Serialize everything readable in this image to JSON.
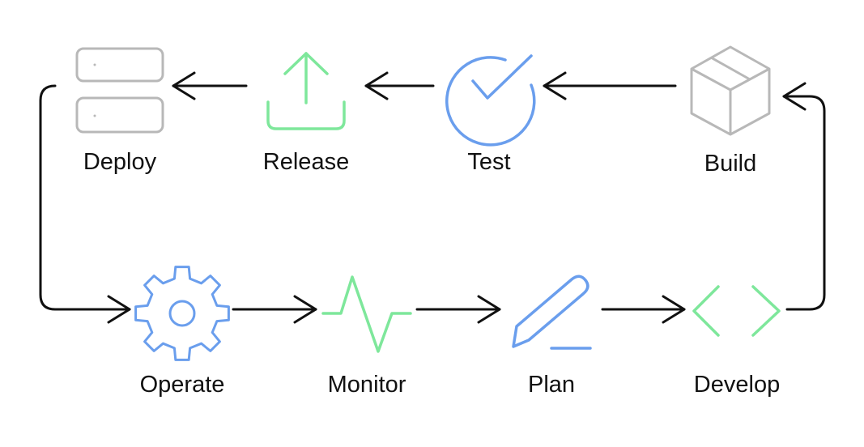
{
  "colors": {
    "blue": "#6a9eed",
    "green": "#7ee79b",
    "gray": "#b8b8b8",
    "arrow": "#111111",
    "text": "#111111"
  },
  "stages": [
    {
      "id": "deploy",
      "label": "Deploy",
      "icon": "server-stack-icon",
      "color": "gray"
    },
    {
      "id": "release",
      "label": "Release",
      "icon": "upload-icon",
      "color": "green"
    },
    {
      "id": "test",
      "label": "Test",
      "icon": "check-circle-icon",
      "color": "blue"
    },
    {
      "id": "build",
      "label": "Build",
      "icon": "box-icon",
      "color": "gray"
    },
    {
      "id": "operate",
      "label": "Operate",
      "icon": "gear-icon",
      "color": "blue"
    },
    {
      "id": "monitor",
      "label": "Monitor",
      "icon": "pulse-icon",
      "color": "green"
    },
    {
      "id": "plan",
      "label": "Plan",
      "icon": "pencil-icon",
      "color": "blue"
    },
    {
      "id": "develop",
      "label": "Develop",
      "icon": "code-brackets-icon",
      "color": "green"
    }
  ]
}
